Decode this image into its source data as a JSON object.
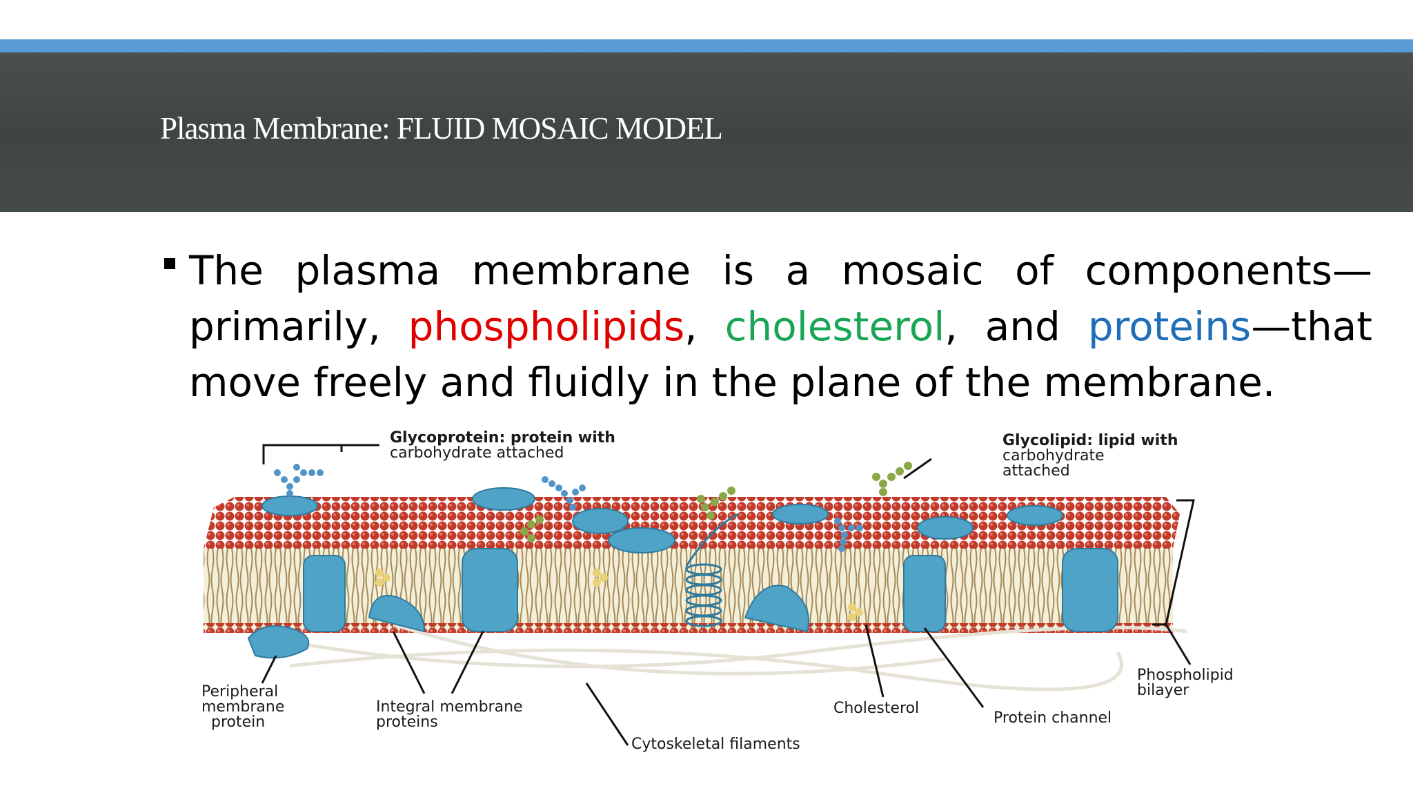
{
  "slide": {
    "title": "Plasma Membrane: FLUID MOSAIC MODEL",
    "accent_color": "#5b9bd5",
    "header_color": "#434848"
  },
  "bullet": {
    "t1": "The plasma membrane is a mosaic of components—primarily, ",
    "t2": "phospholipids",
    "t3": ", ",
    "t4": "cholesterol",
    "t5": ", and ",
    "t6": "proteins",
    "t7": "—that move freely and fluidly in the plane of the membrane.",
    "colors": {
      "phospholipids": "#e00000",
      "cholesterol": "#1aa554",
      "proteins": "#1f6fb8"
    }
  },
  "diagram": {
    "glycoprotein_bold": "Glycoprotein:",
    "glycoprotein_rest": " protein with",
    "glycoprotein_line2": "carbohydrate attached",
    "glycolipid_bold": "Glycolipid:",
    "glycolipid_rest": " lipid with",
    "glycolipid_line2": "carbohydrate",
    "glycolipid_line3": "attached",
    "peripheral_1": "Peripheral",
    "peripheral_2": "membrane",
    "peripheral_3": "protein",
    "integral_1": "Integral membrane",
    "integral_2": "proteins",
    "cytoskeletal": "Cytoskeletal filaments",
    "cholesterol": "Cholesterol",
    "protein_channel": "Protein channel",
    "bilayer_1": "Phospholipid",
    "bilayer_2": "bilayer"
  }
}
